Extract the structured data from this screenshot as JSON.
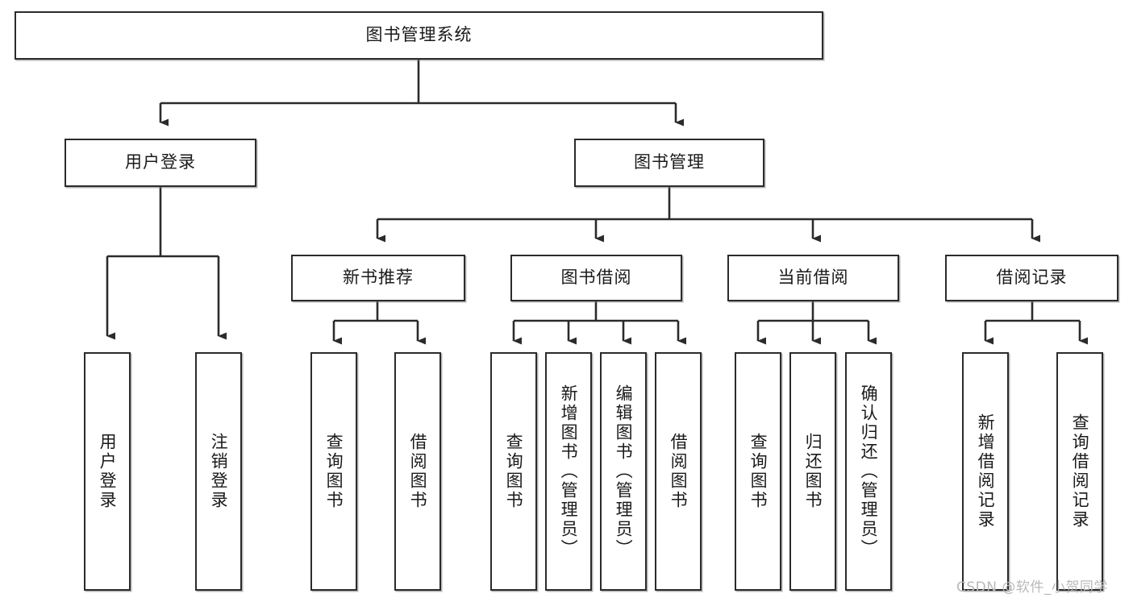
{
  "diagram": {
    "type": "tree-hierarchy-chart",
    "title": "图书管理系统",
    "orientation": "top-down",
    "colors": {
      "box_border": "#2b2b2b",
      "box_fill": "#ffffff",
      "edge": "#2b2b2b",
      "watermark": "#b9b9b9",
      "background": "#ffffff"
    },
    "levels": {
      "root": [
        "图书管理系统"
      ],
      "level2": [
        "用户登录",
        "图书管理"
      ],
      "level3": [
        "新书推荐",
        "图书借阅",
        "当前借阅",
        "借阅记录"
      ],
      "leaves": [
        "用户登录",
        "注销登录",
        "查询图书",
        "借阅图书",
        "查询图书",
        "新增图书（管理员）",
        "编辑图书（管理员）",
        "借阅图书",
        "查询图书",
        "归还图书",
        "确认归还（管理员）",
        "新增借阅记录",
        "查询借阅记录"
      ]
    },
    "nodes": {
      "root": {
        "label": "图书管理系统"
      },
      "user_login": {
        "label": "用户登录"
      },
      "book_manage": {
        "label": "图书管理"
      },
      "new_book_rec": {
        "label": "新书推荐"
      },
      "book_borrow": {
        "label": "图书借阅"
      },
      "current_borrow": {
        "label": "当前借阅"
      },
      "borrow_record": {
        "label": "借阅记录"
      },
      "leaf_user_login": {
        "label": "用户登录"
      },
      "leaf_logout": {
        "label": "注销登录"
      },
      "leaf_query_book_1": {
        "label": "查询图书"
      },
      "leaf_borrow_book_1": {
        "label": "借阅图书"
      },
      "leaf_query_book_2": {
        "label": "查询图书"
      },
      "leaf_add_book": {
        "label": "新增图书（管理员）"
      },
      "leaf_edit_book": {
        "label": "编辑图书（管理员）"
      },
      "leaf_borrow_book_2": {
        "label": "借阅图书"
      },
      "leaf_query_book_3": {
        "label": "查询图书"
      },
      "leaf_return_book": {
        "label": "归还图书"
      },
      "leaf_confirm_return": {
        "label": "确认归还（管理员）"
      },
      "leaf_add_record": {
        "label": "新增借阅记录"
      },
      "leaf_query_record": {
        "label": "查询借阅记录"
      }
    },
    "edges": [
      {
        "from": "root",
        "to": "user_login"
      },
      {
        "from": "root",
        "to": "book_manage"
      },
      {
        "from": "user_login",
        "to": "leaf_user_login"
      },
      {
        "from": "user_login",
        "to": "leaf_logout"
      },
      {
        "from": "book_manage",
        "to": "new_book_rec"
      },
      {
        "from": "book_manage",
        "to": "book_borrow"
      },
      {
        "from": "book_manage",
        "to": "current_borrow"
      },
      {
        "from": "book_manage",
        "to": "borrow_record"
      },
      {
        "from": "new_book_rec",
        "to": "leaf_query_book_1"
      },
      {
        "from": "new_book_rec",
        "to": "leaf_borrow_book_1"
      },
      {
        "from": "book_borrow",
        "to": "leaf_query_book_2"
      },
      {
        "from": "book_borrow",
        "to": "leaf_add_book"
      },
      {
        "from": "book_borrow",
        "to": "leaf_edit_book"
      },
      {
        "from": "book_borrow",
        "to": "leaf_borrow_book_2"
      },
      {
        "from": "current_borrow",
        "to": "leaf_query_book_3"
      },
      {
        "from": "current_borrow",
        "to": "leaf_return_book"
      },
      {
        "from": "current_borrow",
        "to": "leaf_confirm_return"
      },
      {
        "from": "borrow_record",
        "to": "leaf_add_record"
      },
      {
        "from": "borrow_record",
        "to": "leaf_query_record"
      }
    ]
  },
  "watermark": {
    "text": "CSDN @软件_小贺同学"
  }
}
